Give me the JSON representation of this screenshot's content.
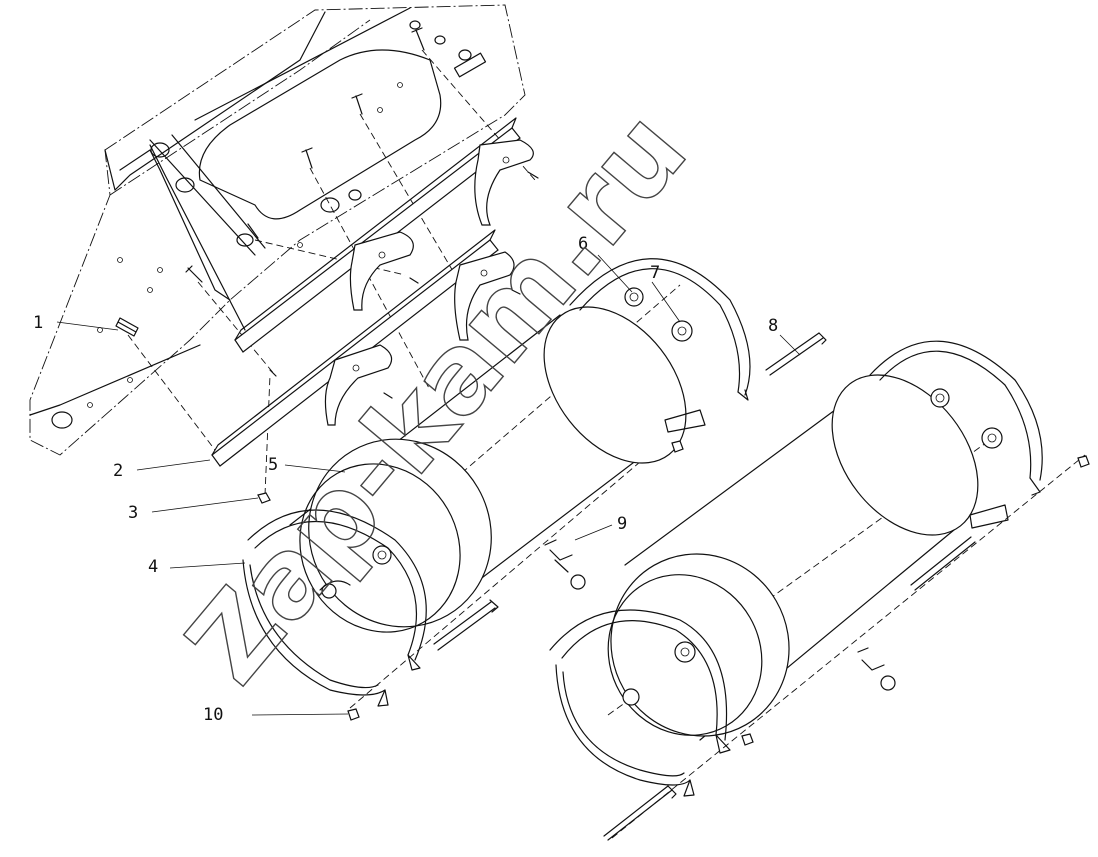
{
  "diagram": {
    "callouts": [
      {
        "id": "1",
        "text": "1"
      },
      {
        "id": "2",
        "text": "2"
      },
      {
        "id": "3",
        "text": "3"
      },
      {
        "id": "4",
        "text": "4"
      },
      {
        "id": "5",
        "text": "5"
      },
      {
        "id": "6",
        "text": "6"
      },
      {
        "id": "7",
        "text": "7"
      },
      {
        "id": "8",
        "text": "8"
      },
      {
        "id": "9",
        "text": "9"
      },
      {
        "id": "10",
        "text": "10"
      }
    ],
    "watermark": "Zap-kam.ru"
  }
}
